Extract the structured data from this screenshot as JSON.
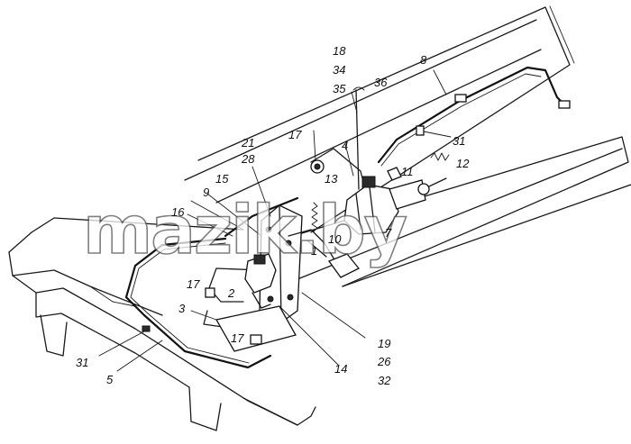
{
  "labels": {
    "l1": "1",
    "l2": "2",
    "l3": "3",
    "l4": "4",
    "l5": "5",
    "l7": "7",
    "l8": "8",
    "l9": "9",
    "l10": "10",
    "l11": "11",
    "l12": "12",
    "l13": "13",
    "l14": "14",
    "l15": "15",
    "l16": "16",
    "l17a": "17",
    "l17b": "17",
    "l17c": "17",
    "l18": "18",
    "l19": "19",
    "l21": "21",
    "l26": "26",
    "l28": "28",
    "l31a": "31",
    "l31b": "31",
    "l32": "32",
    "l34": "34",
    "l35": "35",
    "l36": "36"
  },
  "watermark": "mazik.by"
}
